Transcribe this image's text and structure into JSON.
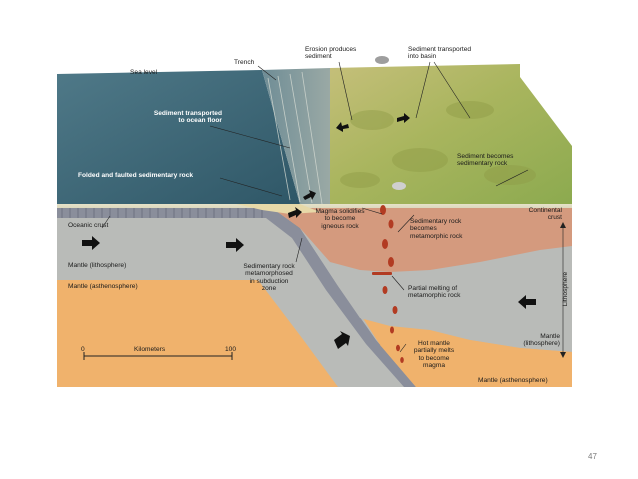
{
  "slide": {
    "page_number": "47"
  },
  "diagram": {
    "labels": {
      "sea_level": "Sea level",
      "trench": "Trench",
      "erosion": "Erosion produces\nsediment",
      "sediment_basin": "Sediment transported\ninto basin",
      "sediment_ocean": "Sediment transported\nto ocean floor",
      "folded_rock": "Folded and faulted sedimentary rock",
      "sediment_becomes": "Sediment becomes\nsedimentary rock",
      "oceanic_crust": "Oceanic crust",
      "magma_solidifies": "Magma solidifies\nto become\nigneous rock",
      "sedimentary_meta": "Sedimentary rock\nbecomes\nmetamorphic rock",
      "continental_crust": "Continental\ncrust",
      "mantle_litho_left": "Mantle (lithosphere)",
      "mantle_astheno_left": "Mantle (asthenosphere)",
      "subduction_zone": "Sedimentary rock\nmetamorphosed\nin subduction\nzone",
      "partial_melting": "Partial melting of\nmetamorphic rock",
      "lithosphere": "Lithosphere",
      "mantle_litho_right": "Mantle\n(lithosphere)",
      "hot_mantle": "Hot mantle\npartially melts\nto become\nmagma",
      "mantle_astheno_right": "Mantle (asthenosphere)"
    },
    "scale": {
      "title": "Kilometers",
      "start": "0",
      "end": "100"
    }
  }
}
